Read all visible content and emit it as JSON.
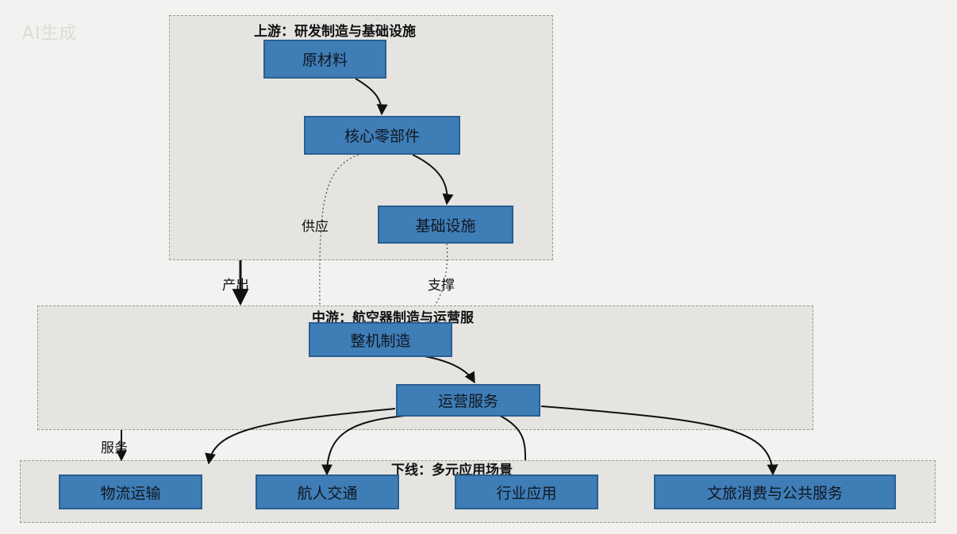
{
  "watermark": "AI生成",
  "regions": {
    "upstream": "上游：研发制造与基础设施",
    "midstream": "中游：航空器制造与运营服",
    "downstream": "下线：多元应用场景"
  },
  "nodes": {
    "raw_materials": "原材料",
    "core_components": "核心零部件",
    "infrastructure": "基础设施",
    "aircraft_manufacturing": "整机制造",
    "operation_services": "运营服务",
    "logistics": "物流运输",
    "air_transport": "航人交通",
    "industry_application": "行业应用",
    "tourism_public_services": "文旅消费与公共服务"
  },
  "edge_labels": {
    "supply": "供应",
    "support": "支撑",
    "output": "产出",
    "service": "服务"
  }
}
